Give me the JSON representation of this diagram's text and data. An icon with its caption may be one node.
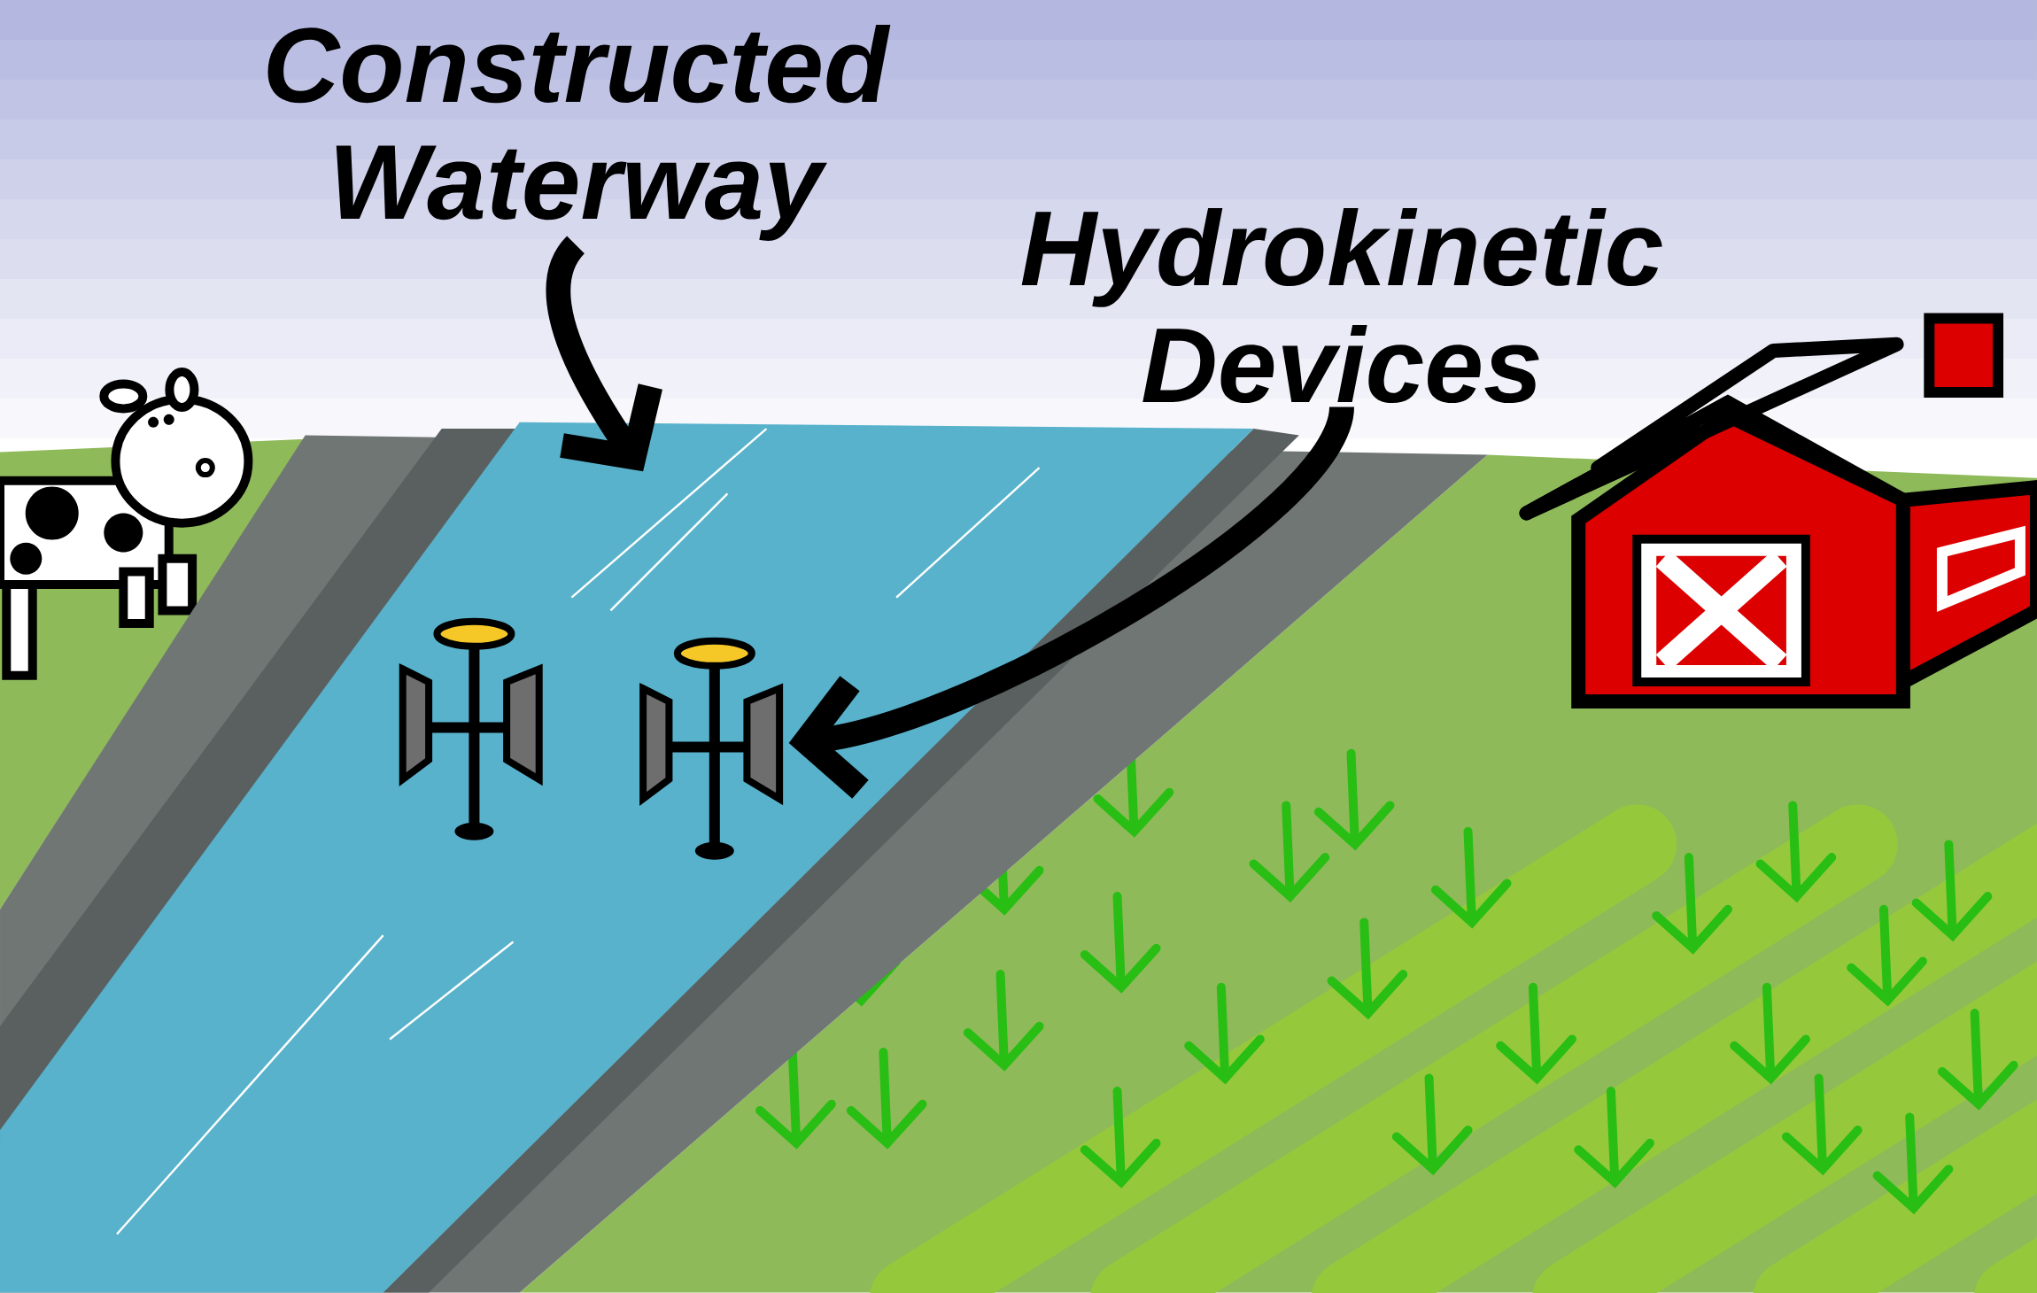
{
  "diagram": {
    "nodes": [
      {
        "text": [
          "Constructed Waterway"
        ]
      },
      {
        "text": [
          "Hydrokinetic Devices"
        ]
      },
      {
        "text": [],
        "shape": "picture"
      },
      {
        "text": [],
        "shape": "picture",
        "in": 2
      }
    ],
    "edges": [
      {
        "from": 0,
        "to": 2,
        "arrow": "to"
      },
      {
        "from": 1,
        "to": 3,
        "arrow": "to"
      }
    ]
  }
}
